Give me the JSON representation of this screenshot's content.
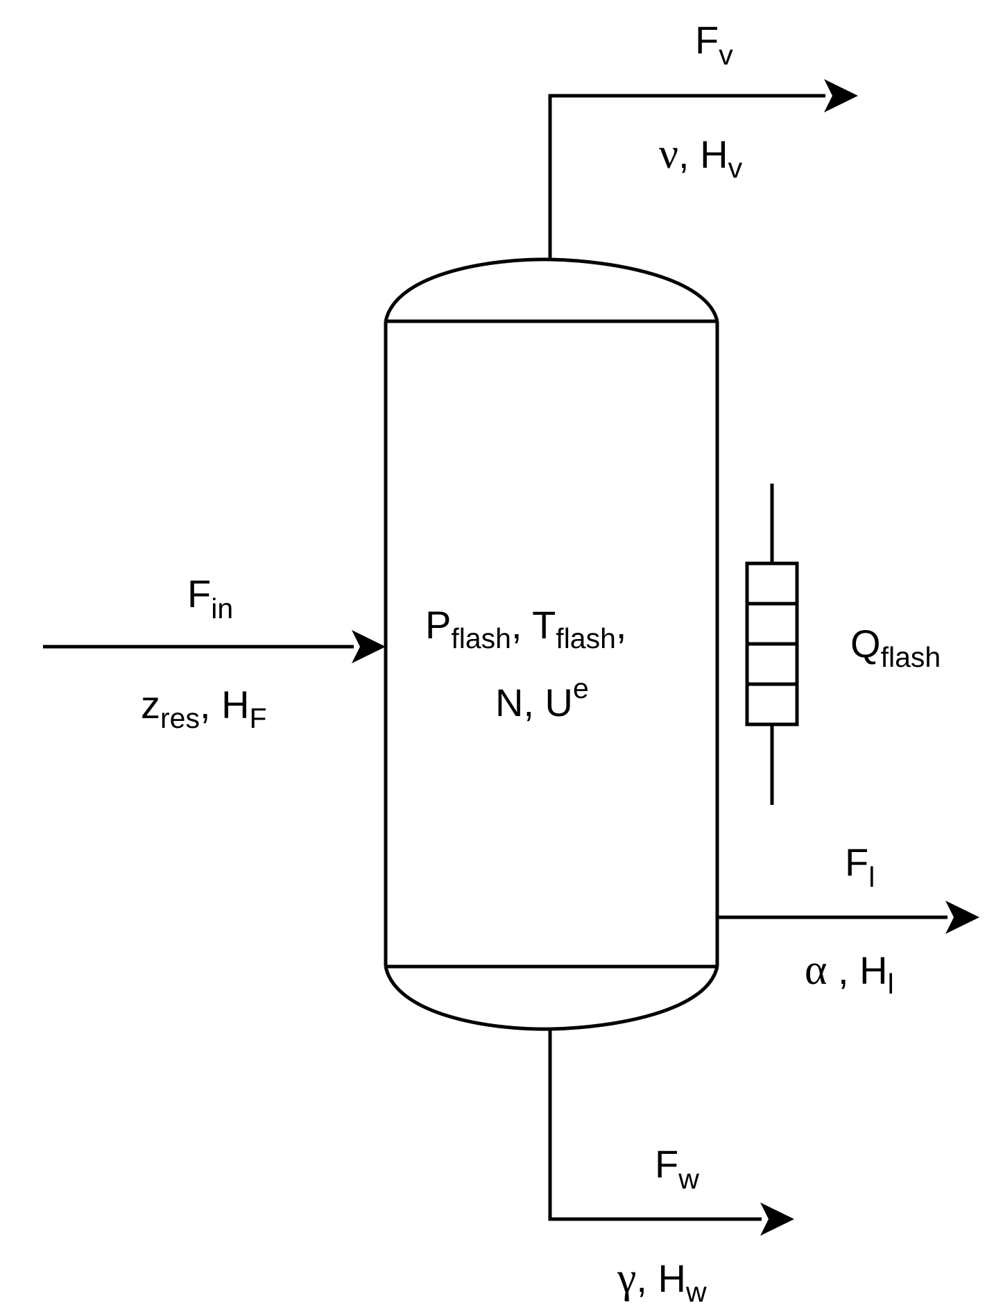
{
  "diagram": {
    "vapor_out": {
      "flow": {
        "base": "F",
        "sub": "v"
      },
      "props": {
        "sym": "ν",
        "sep": ", ",
        "base": "H",
        "sub": "v"
      }
    },
    "feed_in": {
      "flow": {
        "base": "F",
        "sub": "in"
      },
      "props": {
        "base1": "z",
        "sub1": "res",
        "sep": ", ",
        "base2": "H",
        "sub2": "F"
      }
    },
    "vessel": {
      "line1": {
        "b1": "P",
        "s1": "flash",
        "sep1": ", ",
        "b2": "T",
        "s2": "flash",
        "sep2": ","
      },
      "line2": {
        "text": "N, U",
        "sup": "e"
      }
    },
    "heater": {
      "base": "Q",
      "sub": "flash"
    },
    "liquid_out": {
      "flow": {
        "base": "F",
        "sub": "l"
      },
      "props": {
        "sym": "α",
        "sep": " , ",
        "base": "H",
        "sub": "l"
      }
    },
    "water_out": {
      "flow": {
        "base": "F",
        "sub": "w"
      },
      "props": {
        "sym": "γ",
        "sep": ", ",
        "base": "H",
        "sub": "w"
      }
    }
  }
}
